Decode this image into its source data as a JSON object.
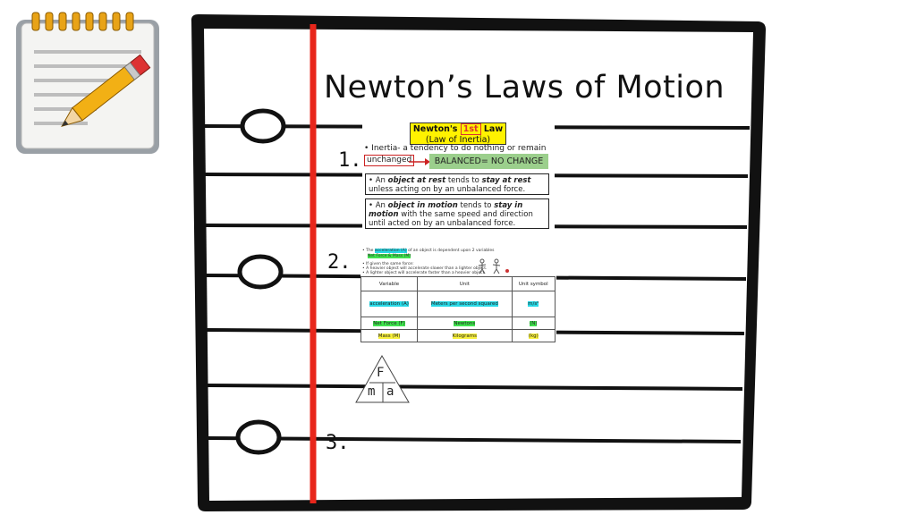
{
  "title": "Newton’s Laws of Motion",
  "numbers": [
    "1.",
    "2.",
    "3."
  ],
  "law1": {
    "heading": "Newton's",
    "heading_number": "1st",
    "heading_word": "Law",
    "subtitle": "(Law of Inertia)",
    "definition": "• Inertia- a tendency to do nothing or remain",
    "unchanged": "unchanged",
    "balanced": "BALANCED= NO CHANGE",
    "rest": {
      "prefix": "• An ",
      "em1": "object at rest",
      "mid": " tends to ",
      "em2": "stay at rest",
      "suffix": " unless acting on by an unbalanced force."
    },
    "motion": {
      "prefix": "• An ",
      "em1": "object in motion",
      "mid": " tends to ",
      "em2": "stay in motion",
      "suffix": " with the same speed and direction until acted on by an unbalanced force."
    }
  },
  "law2": {
    "line1_pre": "• The ",
    "line1_hl": "acceleration (A)",
    "line1_post": " of an object is dependent upon 2 variables",
    "line2": "Net Force & Mass (M)",
    "line3": "• If given the same force:",
    "line4": "• A heavier object will accelerate slower than a lighter object.",
    "line5": "• A lighter object will accelerate faster than a heavier object.",
    "table": {
      "headers": [
        "Variable",
        "Unit",
        "Unit symbol"
      ],
      "rows": [
        [
          "acceleration (A)",
          "Meters per second squared",
          "m/s²"
        ],
        [
          "Net Force (F)",
          "Newtons",
          "(N)"
        ],
        [
          "Mass (M)",
          "Kilograms",
          "(kg)"
        ]
      ]
    }
  },
  "triangle": {
    "top": "F",
    "left": "m",
    "right": "a"
  },
  "colors": {
    "margin_line": "#e8261b",
    "rule": "#111111",
    "highlight_cyan": "#27d9e6",
    "highlight_yellow": "#f7f03a",
    "highlight_green": "#3fe34d",
    "balanced_green": "#9bcf8c"
  },
  "icons": [
    "notepad-pencil-icon"
  ]
}
